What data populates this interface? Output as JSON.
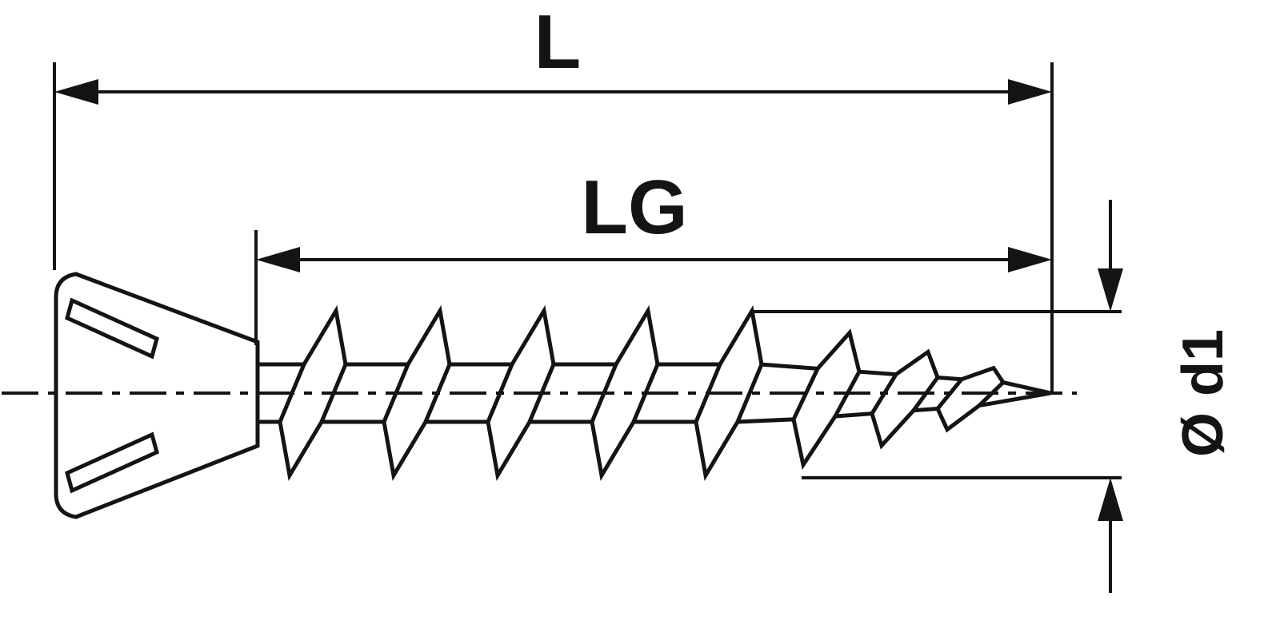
{
  "diagram": {
    "type": "technical-drawing",
    "subject": "countersunk-head wood screw, side view with dimension annotations",
    "labels": {
      "overall_length": "L",
      "thread_length": "LG",
      "thread_diameter": "Ø d1"
    },
    "colors": {
      "line": "#141414",
      "background": "#ffffff"
    }
  }
}
